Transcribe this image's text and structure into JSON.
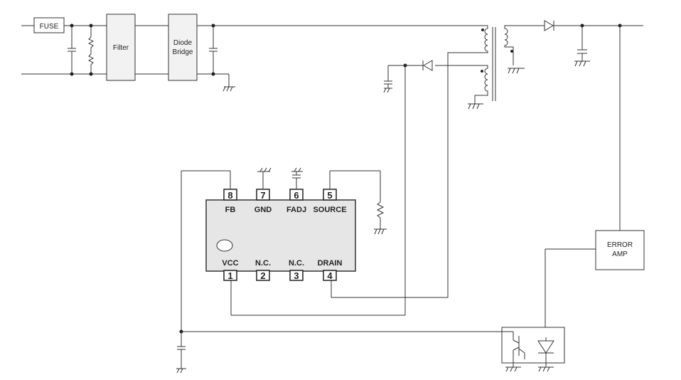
{
  "blocks": {
    "fuse": "FUSE",
    "filter": "Filter",
    "diode_bridge_line1": "Diode",
    "diode_bridge_line2": "Bridge",
    "error_amp_line1": "ERROR",
    "error_amp_line2": "AMP"
  },
  "ic": {
    "pins_top": [
      {
        "num": "8",
        "label": "FB"
      },
      {
        "num": "7",
        "label": "GND"
      },
      {
        "num": "6",
        "label": "FADJ"
      },
      {
        "num": "5",
        "label": "SOURCE"
      }
    ],
    "pins_bottom": [
      {
        "num": "1",
        "label": "VCC"
      },
      {
        "num": "2",
        "label": "N.C."
      },
      {
        "num": "3",
        "label": "N.C."
      },
      {
        "num": "4",
        "label": "DRAIN"
      }
    ]
  }
}
